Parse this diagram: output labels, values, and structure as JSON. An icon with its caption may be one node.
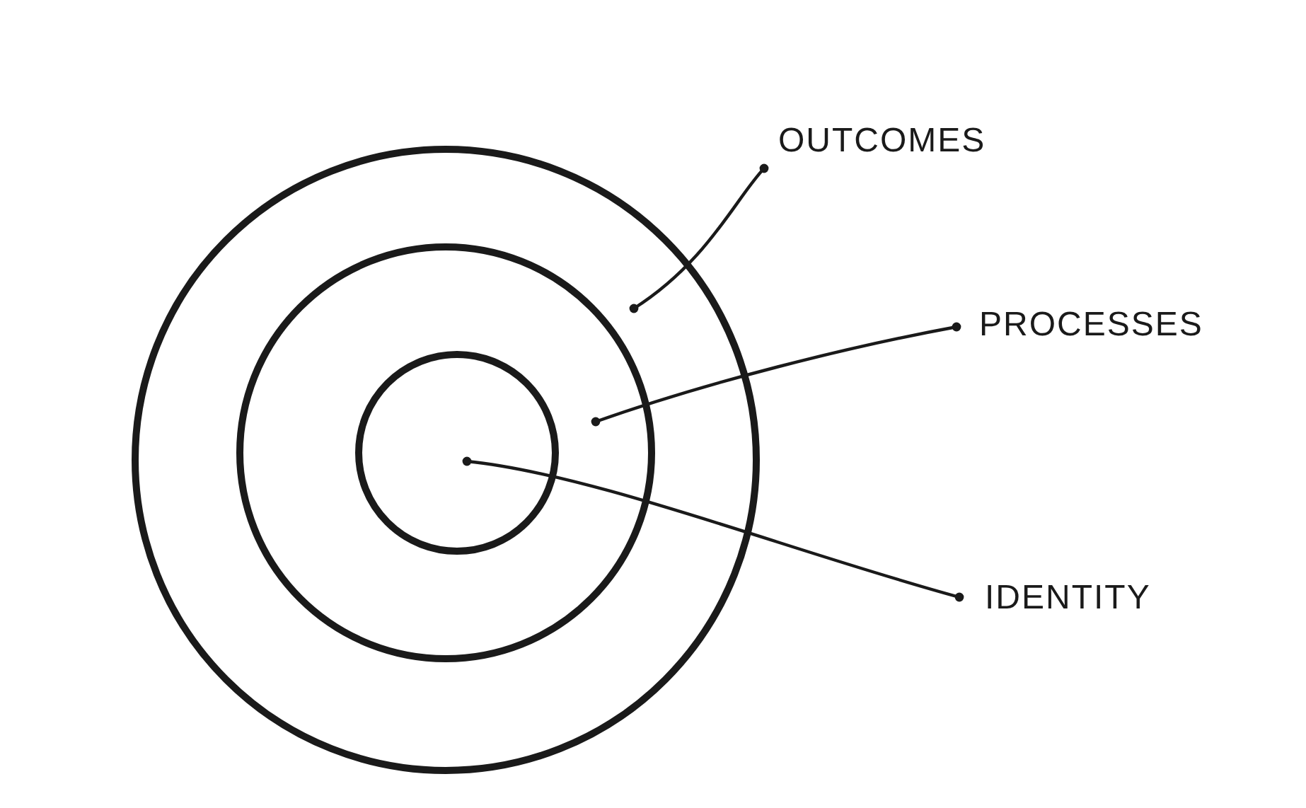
{
  "diagram": {
    "nodes": [
      {
        "text": [],
        "shape": "circle"
      },
      {
        "text": [],
        "shape": "circle",
        "in": 0
      },
      {
        "text": [],
        "shape": "circle",
        "in": 1
      },
      {
        "text": [
          "OUTCOMES"
        ]
      },
      {
        "text": [
          "PROCESSES"
        ]
      },
      {
        "text": [
          "IDENTITY"
        ]
      }
    ],
    "edges": [
      {
        "from": 3,
        "to": 0,
        "arrow": "other"
      },
      {
        "from": 4,
        "to": 1,
        "arrow": "other"
      },
      {
        "from": 5,
        "to": 2,
        "arrow": "other"
      }
    ]
  }
}
